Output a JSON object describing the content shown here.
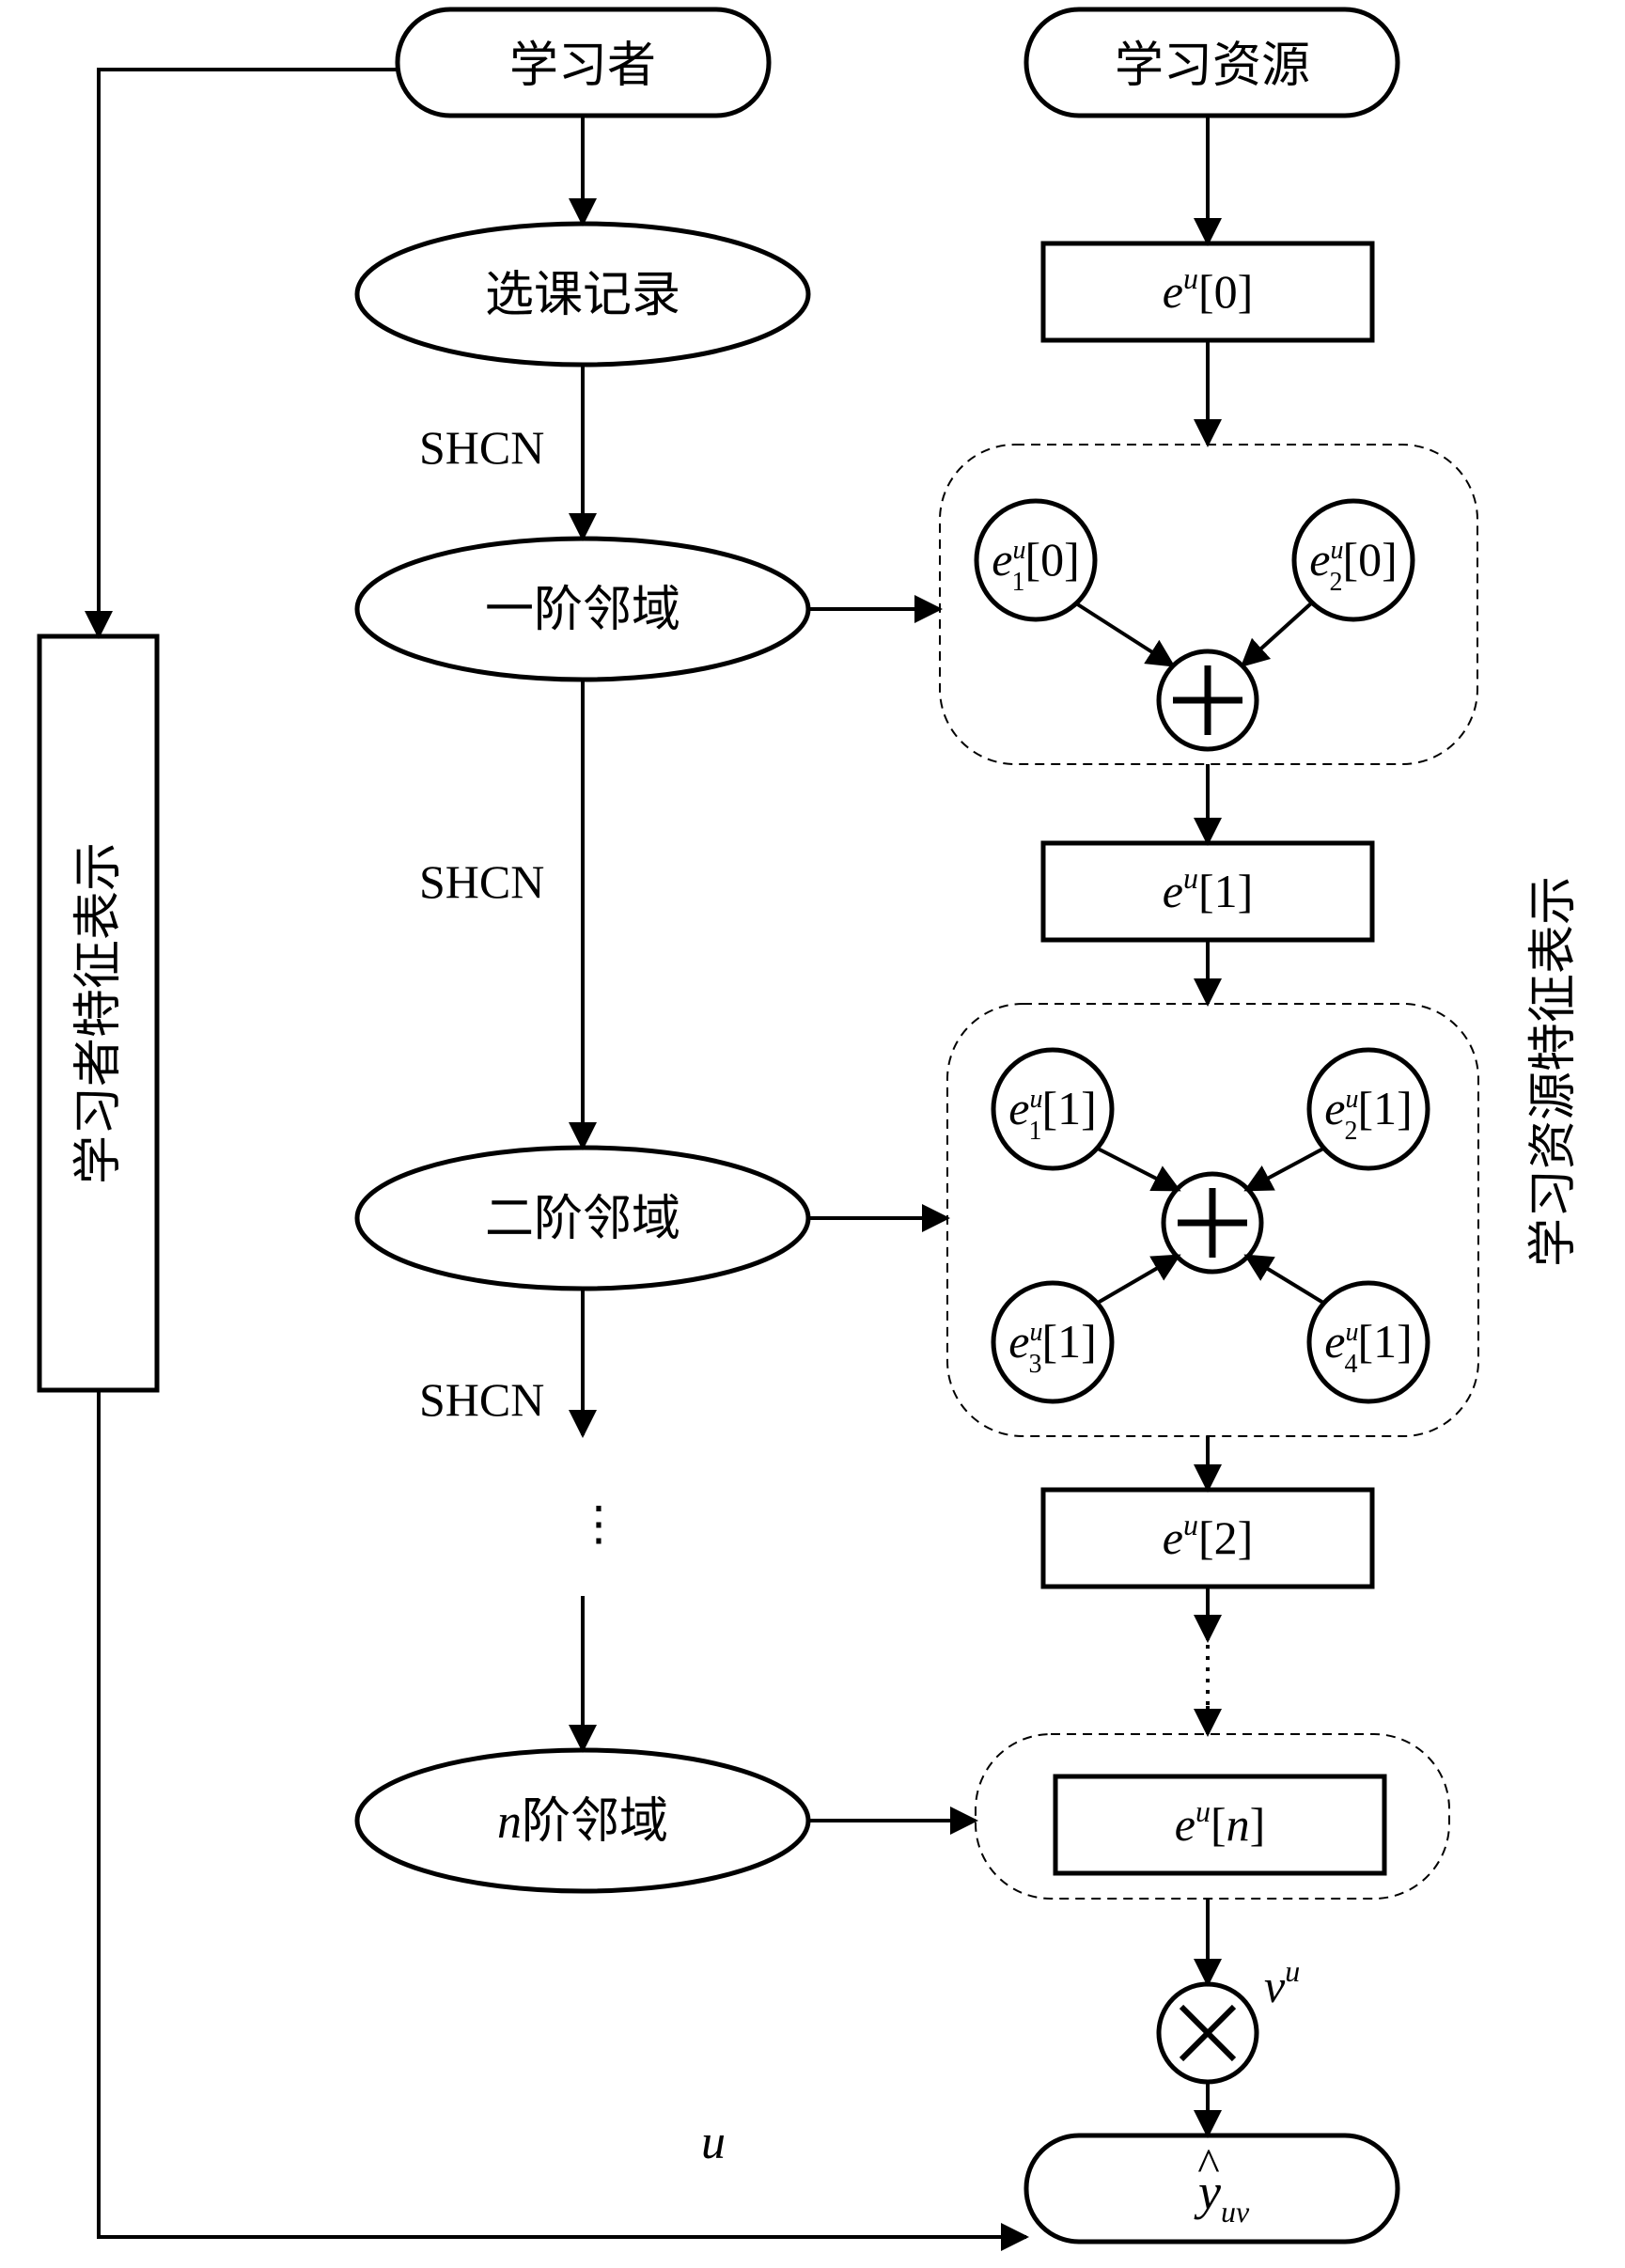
{
  "nodes": {
    "learner": "学习者",
    "resource": "学习资源",
    "course_record": "选课记录",
    "first_order": "一阶邻域",
    "second_order": "二阶邻域",
    "nth_order_var": "n",
    "nth_order_suffix": "阶邻域",
    "learner_repr": "学习者特征表示",
    "resource_repr": "学习资源特征表示"
  },
  "edges": {
    "shcn_1": "SHCN",
    "shcn_2": "SHCN",
    "shcn_3": "SHCN",
    "ellipsis_vertical": "⋮",
    "u_label": "u",
    "v_label_base": "v",
    "v_label_sup": "u"
  },
  "embeddings": {
    "e0": {
      "base": "e",
      "sup": "u",
      "arg": "[0]"
    },
    "e1": {
      "base": "e",
      "sup": "u",
      "arg": "[1]"
    },
    "e2": {
      "base": "e",
      "sup": "u",
      "arg": "[2]"
    },
    "en": {
      "base": "e",
      "sup": "u",
      "arg_open": "[",
      "arg_var": "n",
      "arg_close": "]"
    },
    "c1": [
      {
        "base": "e",
        "sup": "u",
        "sub": "1",
        "arg": "[0]"
      },
      {
        "base": "e",
        "sup": "u",
        "sub": "2",
        "arg": "[0]"
      }
    ],
    "c2": [
      {
        "base": "e",
        "sup": "u",
        "sub": "1",
        "arg": "[1]"
      },
      {
        "base": "e",
        "sup": "u",
        "sub": "2",
        "arg": "[1]"
      },
      {
        "base": "e",
        "sup": "u",
        "sub": "3",
        "arg": "[1]"
      },
      {
        "base": "e",
        "sup": "u",
        "sub": "4",
        "arg": "[1]"
      }
    ]
  },
  "output": {
    "base": "y",
    "hat": "^",
    "sub": "uv"
  },
  "operators": {
    "sum": "⊕",
    "product": "⊗"
  }
}
